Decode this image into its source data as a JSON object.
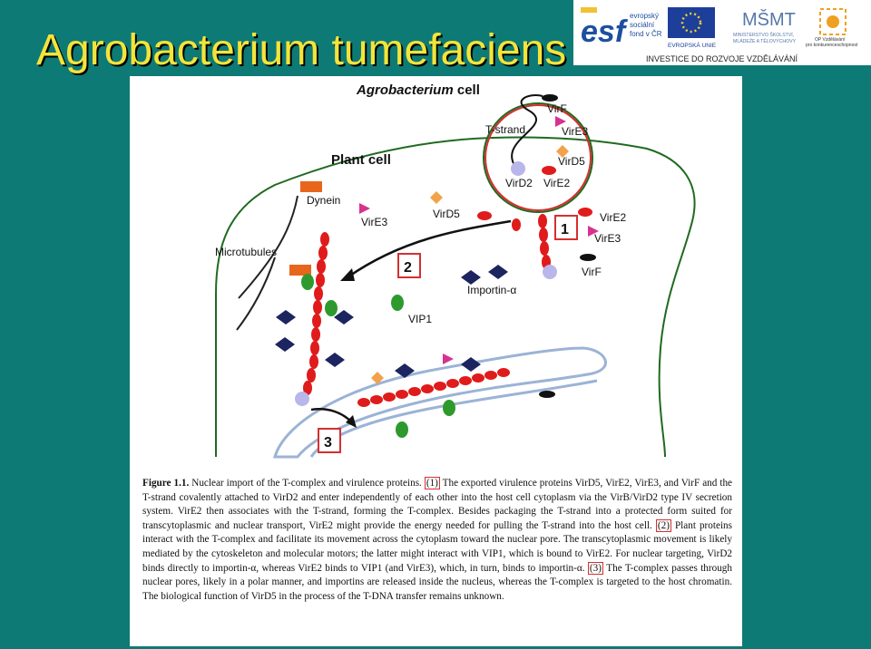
{
  "slide": {
    "title": "Agrobacterium tumefaciens"
  },
  "logos": {
    "esf_mark": "esf",
    "esf_text": [
      "evropský",
      "sociální",
      "fond v ČR"
    ],
    "eu_label": "EVROPSKÁ UNIE",
    "msmt_mark": "MŠMT",
    "msmt_text": [
      "MINISTERSTVO ŠKOLSTVÍ,",
      "MLÁDEŽE A TĚLOVÝCHOVY"
    ],
    "op_text": [
      "OP Vzdělávání",
      "pro konkurenceschopnost"
    ],
    "footer": "INVESTICE DO ROZVOJE VZDĚLÁVÁNÍ"
  },
  "diagram": {
    "bacterium_label_italic": "Agrobacterium",
    "bacterium_label_rest": " cell",
    "plant_cell_label": "Plant cell",
    "labels": {
      "tstrand": "T-strand",
      "virf_top": "VirF",
      "vire3_top": "VirE3",
      "vird5_top": "VirD5",
      "vird2": "VirD2",
      "vire2_top": "VirE2",
      "vire2_right": "VirE2",
      "vire3_right": "VirE3",
      "virf_right": "VirF",
      "dynein": "Dynein",
      "vire3_left": "VirE3",
      "vird5_mid": "VirD5",
      "microtubules": "Microtubules",
      "importin": "Importin-α",
      "vip1": "VIP1"
    },
    "steps": [
      "1",
      "2",
      "3"
    ]
  },
  "caption": {
    "figure_label": "Figure 1.1.",
    "seg1": " Nuclear import of the T-complex and virulence proteins. ",
    "mark1": "(1)",
    "seg2": " The exported virulence proteins VirD5, VirE2, VirE3, and VirF and the T-strand covalently attached to VirD2 and enter independently of each other into the host cell cytoplasm via the VirB/VirD2 type IV secretion system. VirE2 then associates with the T-strand, forming the T-complex. Besides packaging the T-strand into a protected form suited for transcytoplasmic and nuclear transport, VirE2 might provide the energy needed for pulling the T-strand into the host cell. ",
    "mark2": "(2)",
    "seg3": " Plant proteins interact with the T-complex and facilitate its movement across the cytoplasm toward the nuclear pore. The transcytoplasmic movement is likely mediated by the cytoskeleton and molecular motors; the latter might interact with VIP1, which is bound to VirE2. For nuclear targeting, VirD2 binds directly to importin-α, whereas VirE2 binds to VIP1 (and VirE3), which, in turn, binds to importin-α. ",
    "mark3": "(3)",
    "seg4": " The T-complex passes through nuclear pores, likely in a polar manner, and importins are released inside the nucleus, whereas the T-complex is targeted to the host chromatin. The biological function of VirD5 in the process of the T-DNA transfer remains unknown."
  },
  "colors": {
    "background": "#0e7a76",
    "title": "#f3e43a",
    "cell_outline": "#1f6a1f",
    "box": "#d43030",
    "vire2": "#e01b1b",
    "vire3": "#d6338f",
    "vird5": "#f1a24a",
    "vird2": "#b9b6ea",
    "virf": "#111111",
    "dynein": "#e8661c",
    "vip1": "#2e9a2e",
    "importin": "#1c2560"
  }
}
